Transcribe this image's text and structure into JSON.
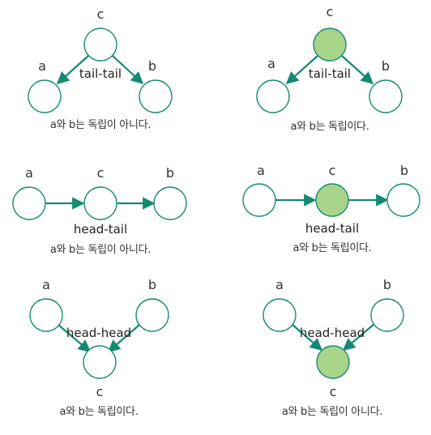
{
  "colors": {
    "edge": "#148a72",
    "node_stroke": "#148a72",
    "node_fill": "#ffffff",
    "observed_fill": "#a8d58a"
  },
  "panels": [
    {
      "id": "tail-tail-unobserved",
      "labels": {
        "a": "a",
        "b": "b",
        "c": "c"
      },
      "edge_label": "tail-tail",
      "caption": "a와 b는 독립이 아니다.",
      "c_observed": false
    },
    {
      "id": "tail-tail-observed",
      "labels": {
        "a": "a",
        "b": "b",
        "c": "c"
      },
      "edge_label": "tail-tail",
      "caption": "a와 b는 독립이다.",
      "c_observed": true
    },
    {
      "id": "head-tail-unobserved",
      "labels": {
        "a": "a",
        "b": "b",
        "c": "c"
      },
      "edge_label": "head-tail",
      "caption": "a와 b는 독립이 아니다.",
      "c_observed": false
    },
    {
      "id": "head-tail-observed",
      "labels": {
        "a": "a",
        "b": "b",
        "c": "c"
      },
      "edge_label": "head-tail",
      "caption": "a와 b는 독립이다.",
      "c_observed": true
    },
    {
      "id": "head-head-unobserved",
      "labels": {
        "a": "a",
        "b": "b",
        "c": "c"
      },
      "edge_label": "head-head",
      "caption": "a와 b는 독립이다.",
      "c_observed": false
    },
    {
      "id": "head-head-observed",
      "labels": {
        "a": "a",
        "b": "b",
        "c": "c"
      },
      "edge_label": "head-head",
      "caption": "a와 b는 독립이 아니다.",
      "c_observed": true
    }
  ]
}
